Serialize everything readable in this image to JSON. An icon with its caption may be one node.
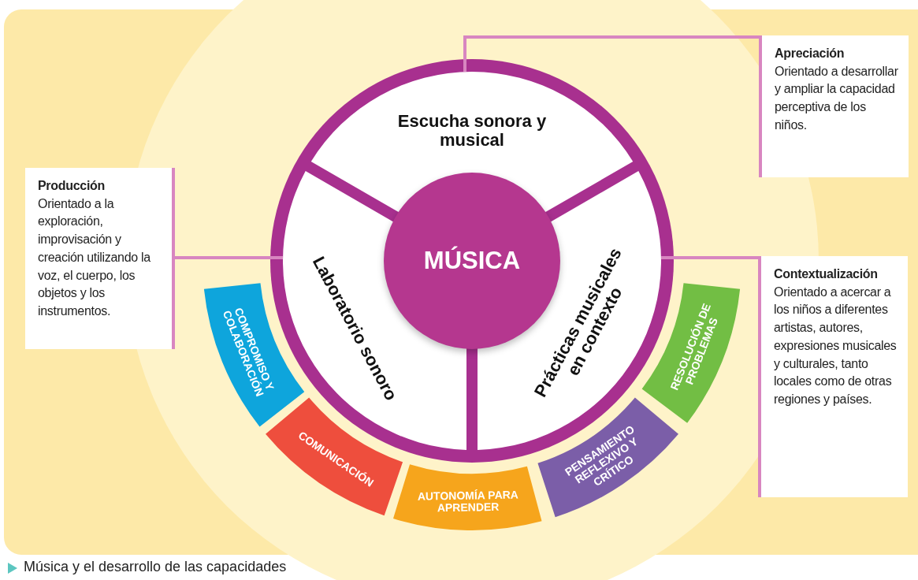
{
  "diagram": {
    "caption": "Música y el desarrollo de las capacidades",
    "nodes": [
      {
        "text": [
          "MÚSICA"
        ]
      },
      {
        "text": [
          "Escucha sonora y musical"
        ]
      },
      {
        "text": [
          "Laboratorio sonoro"
        ]
      },
      {
        "text": [
          "Prácticas musicales en contexto"
        ]
      },
      {
        "text": [
          "Apreciación",
          "Orientado a desarrollar y ampliar la capacidad perceptiva de los niños."
        ]
      },
      {
        "text": [
          "Producción",
          "Orientado a la exploración, improvisación y creación utilizando la voz, el cuerpo, los objetos y los instrumentos."
        ]
      },
      {
        "text": [
          "Contextualización",
          "Orientado a acercar a los niños a diferentes artistas, autores, expresiones musicales y culturales, tanto locales como de otras regiones y países."
        ]
      },
      {
        "text": [
          "COMPROMISO Y COLABORACIÓN"
        ]
      },
      {
        "text": [
          "COMUNICACIÓN"
        ]
      },
      {
        "text": [
          "AUTONOMÍA PARA APRENDER"
        ]
      },
      {
        "text": [
          "PENSAMIENTO REFLEXIVO Y CRÍTICO"
        ]
      },
      {
        "text": [
          "RESOLUCIÓN DE PROBLEMAS"
        ]
      }
    ],
    "edges": [
      {
        "from": 4,
        "to": 1,
        "arrow": "none"
      },
      {
        "from": 5,
        "to": 2,
        "arrow": "none"
      },
      {
        "from": 6,
        "to": 3,
        "arrow": "none"
      }
    ]
  }
}
